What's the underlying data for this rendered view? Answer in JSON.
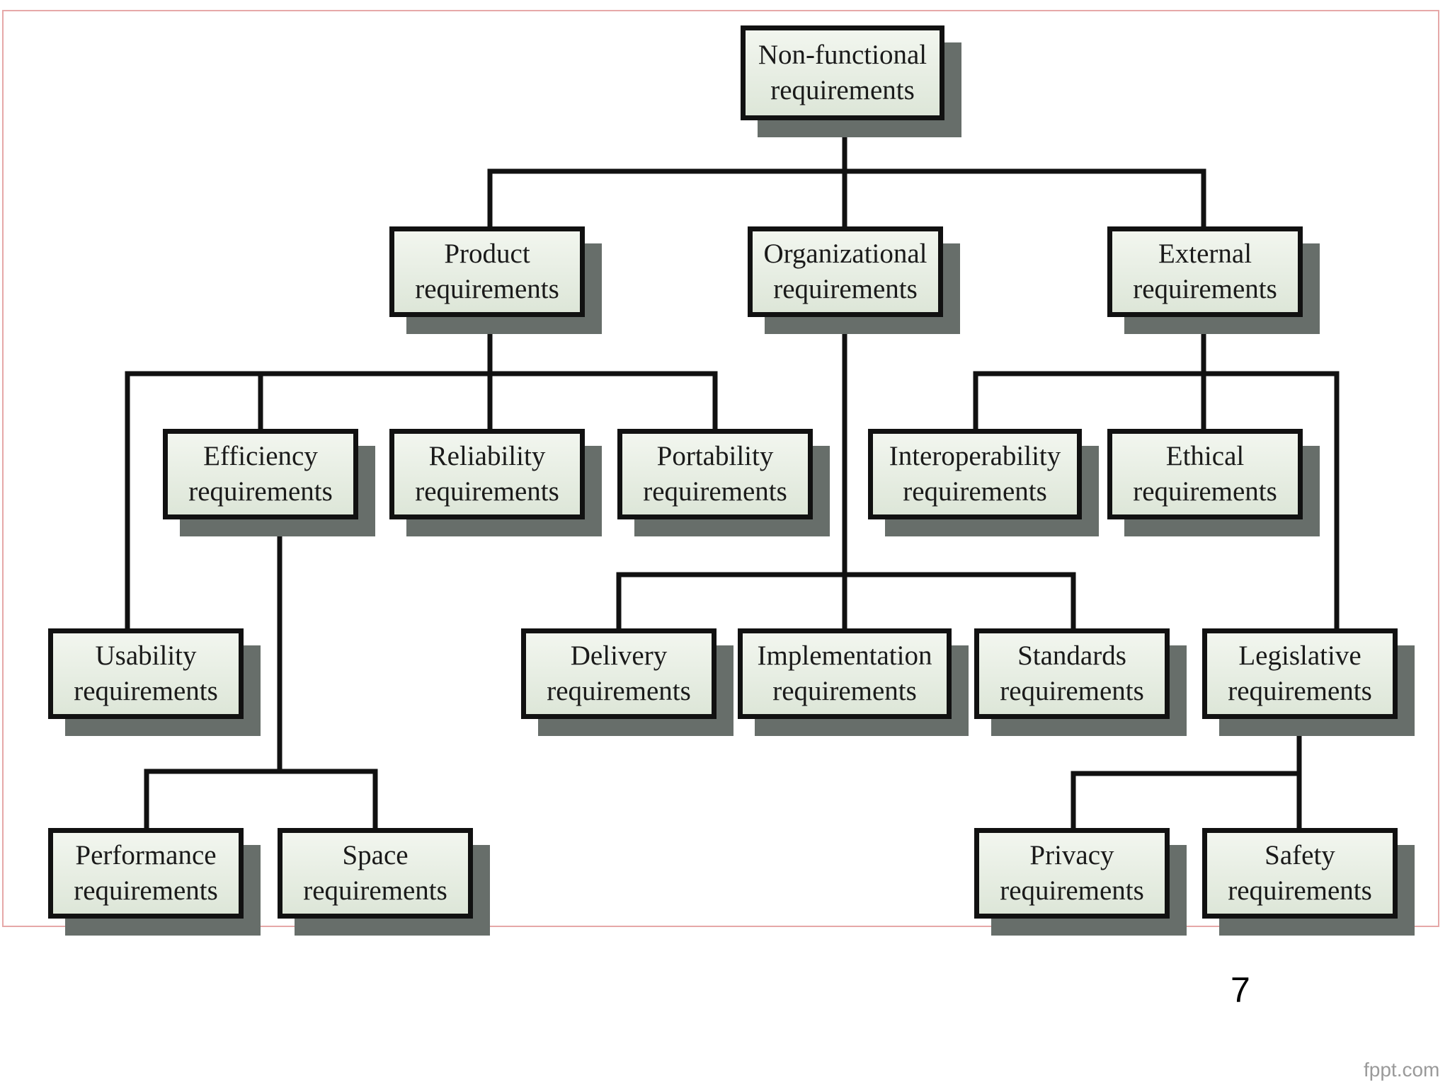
{
  "slide": {
    "page_number": "7",
    "brand": "fppt.com"
  },
  "diagram": {
    "nodes": {
      "root": {
        "line1": "Non-functional",
        "line2": "requirements"
      },
      "product": {
        "line1": "Product",
        "line2": "requirements"
      },
      "organizational": {
        "line1": "Organizational",
        "line2": "requirements"
      },
      "external": {
        "line1": "External",
        "line2": "requirements"
      },
      "efficiency": {
        "line1": "Efficiency",
        "line2": "requirements"
      },
      "reliability": {
        "line1": "Reliability",
        "line2": "requirements"
      },
      "portability": {
        "line1": "Portability",
        "line2": "requirements"
      },
      "interoperability": {
        "line1": "Interoperability",
        "line2": "requirements"
      },
      "ethical": {
        "line1": "Ethical",
        "line2": "requirements"
      },
      "usability": {
        "line1": "Usability",
        "line2": "requirements"
      },
      "delivery": {
        "line1": "Delivery",
        "line2": "requirements"
      },
      "implementation": {
        "line1": "Implementation",
        "line2": "requirements"
      },
      "standards": {
        "line1": "Standards",
        "line2": "requirements"
      },
      "legislative": {
        "line1": "Legislative",
        "line2": "requirements"
      },
      "performance": {
        "line1": "Performance",
        "line2": "requirements"
      },
      "space": {
        "line1": "Space",
        "line2": "requirements"
      },
      "privacy": {
        "line1": "Privacy",
        "line2": "requirements"
      },
      "safety": {
        "line1": "Safety",
        "line2": "requirements"
      }
    },
    "edges": [
      [
        "root",
        "product"
      ],
      [
        "root",
        "organizational"
      ],
      [
        "root",
        "external"
      ],
      [
        "product",
        "usability"
      ],
      [
        "product",
        "efficiency"
      ],
      [
        "product",
        "reliability"
      ],
      [
        "product",
        "portability"
      ],
      [
        "efficiency",
        "performance"
      ],
      [
        "efficiency",
        "space"
      ],
      [
        "organizational",
        "delivery"
      ],
      [
        "organizational",
        "implementation"
      ],
      [
        "organizational",
        "standards"
      ],
      [
        "external",
        "interoperability"
      ],
      [
        "external",
        "ethical"
      ],
      [
        "external",
        "legislative"
      ],
      [
        "legislative",
        "privacy"
      ],
      [
        "legislative",
        "safety"
      ]
    ]
  }
}
